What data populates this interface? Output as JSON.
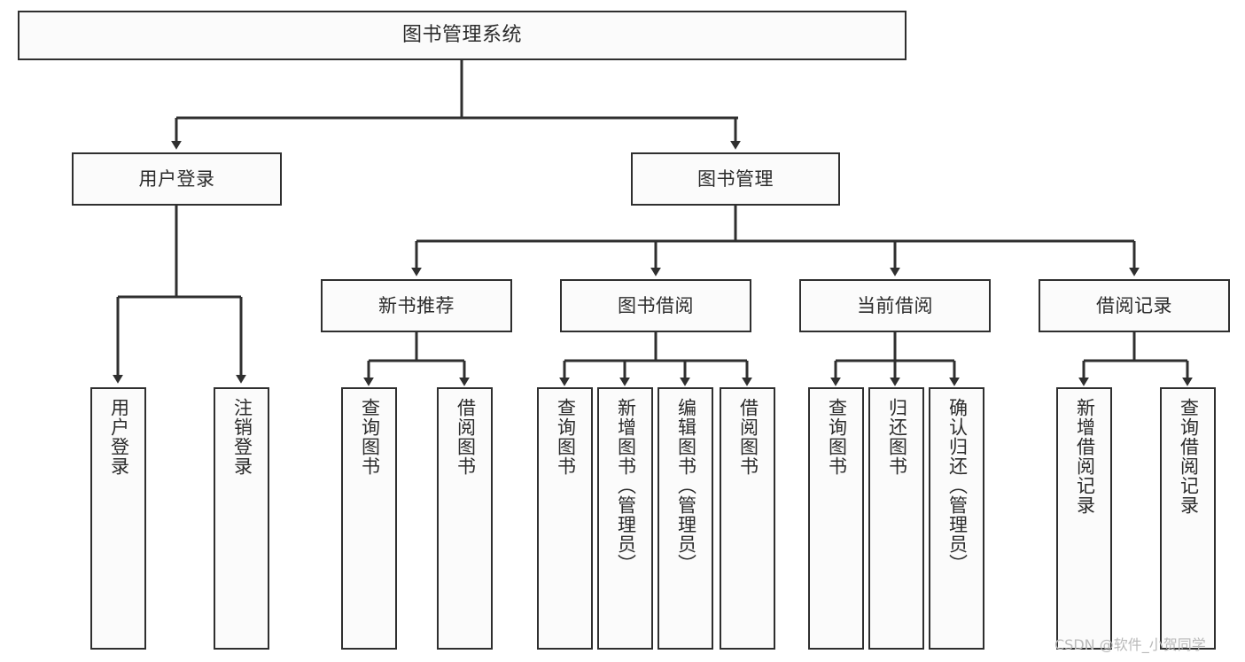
{
  "diagram": {
    "title": "图书管理系统",
    "type": "tree-hierarchy-chart",
    "root": {
      "id": "root",
      "label": "图书管理系统"
    },
    "level1": [
      {
        "id": "user-login",
        "label": "用户登录"
      },
      {
        "id": "book-manage",
        "label": "图书管理"
      }
    ],
    "level2": [
      {
        "id": "new-book-rec",
        "label": "新书推荐"
      },
      {
        "id": "book-borrow",
        "label": "图书借阅"
      },
      {
        "id": "current-borrow",
        "label": "当前借阅"
      },
      {
        "id": "borrow-record",
        "label": "借阅记录"
      }
    ],
    "leaves": [
      {
        "id": "leaf-user-login",
        "label": "用户登录"
      },
      {
        "id": "leaf-user-logout",
        "label": "注销登录"
      },
      {
        "id": "leaf-query-book-1",
        "label": "查询图书"
      },
      {
        "id": "leaf-borrow-book-1",
        "label": "借阅图书"
      },
      {
        "id": "leaf-query-book-2",
        "label": "查询图书"
      },
      {
        "id": "leaf-add-book",
        "label": "新增图书（管理员）"
      },
      {
        "id": "leaf-edit-book",
        "label": "编辑图书（管理员）"
      },
      {
        "id": "leaf-borrow-book-2",
        "label": "借阅图书"
      },
      {
        "id": "leaf-query-book-3",
        "label": "查询图书"
      },
      {
        "id": "leaf-return-book",
        "label": "归还图书"
      },
      {
        "id": "leaf-confirm-return",
        "label": "确认归还（管理员）"
      },
      {
        "id": "leaf-add-record",
        "label": "新增借阅记录"
      },
      {
        "id": "leaf-query-record",
        "label": "查询借阅记录"
      }
    ]
  },
  "watermark": {
    "text": "CSDN @软件_小贺同学"
  },
  "colors": {
    "box_border": "#2f2f2f",
    "box_fill": "#fbfbfb",
    "connector": "#2f2f2f",
    "text": "#2b2b2b",
    "watermark": "#b9b9b9",
    "background": "#ffffff"
  }
}
